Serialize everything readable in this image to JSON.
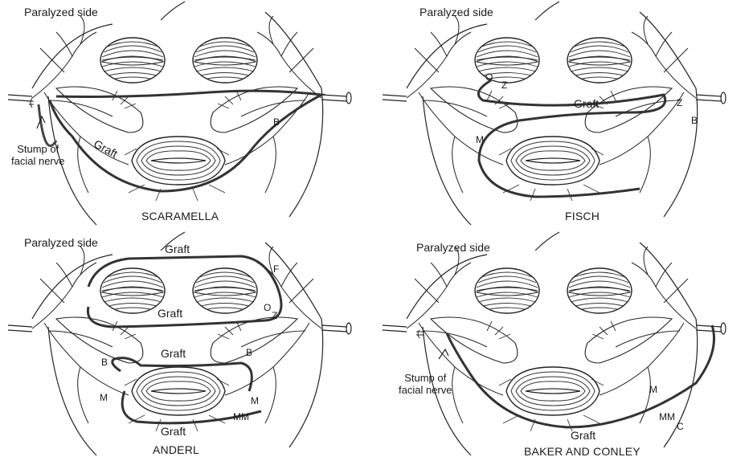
{
  "panels": [
    {
      "id": "scaramella",
      "side_label": "Paralyzed side",
      "caption": "SCARAMELLA",
      "graft_labels": [
        "Graft"
      ],
      "branch_labels": [
        "B"
      ],
      "stump_label": [
        "Stump of",
        "facial nerve"
      ]
    },
    {
      "id": "fisch",
      "side_label": "Paralyzed side",
      "caption": "FISCH",
      "graft_labels": [
        "Graft"
      ],
      "branch_labels": [
        "O",
        "Z",
        "Z",
        "B",
        "M"
      ]
    },
    {
      "id": "anderl",
      "side_label": "Paralyzed side",
      "caption": "ANDERL",
      "graft_labels": [
        "Graft",
        "Graft",
        "Graft",
        "Graft"
      ],
      "branch_labels": [
        "F",
        "O",
        "Z",
        "B",
        "B",
        "M",
        "M",
        "MM"
      ]
    },
    {
      "id": "baker",
      "side_label": "Paralyzed side",
      "caption": "BAKER AND CONLEY",
      "graft_labels": [
        "Graft"
      ],
      "branch_labels": [
        "M",
        "MM",
        "C"
      ],
      "stump_label": [
        "Stump of",
        "facial nerve"
      ]
    }
  ]
}
